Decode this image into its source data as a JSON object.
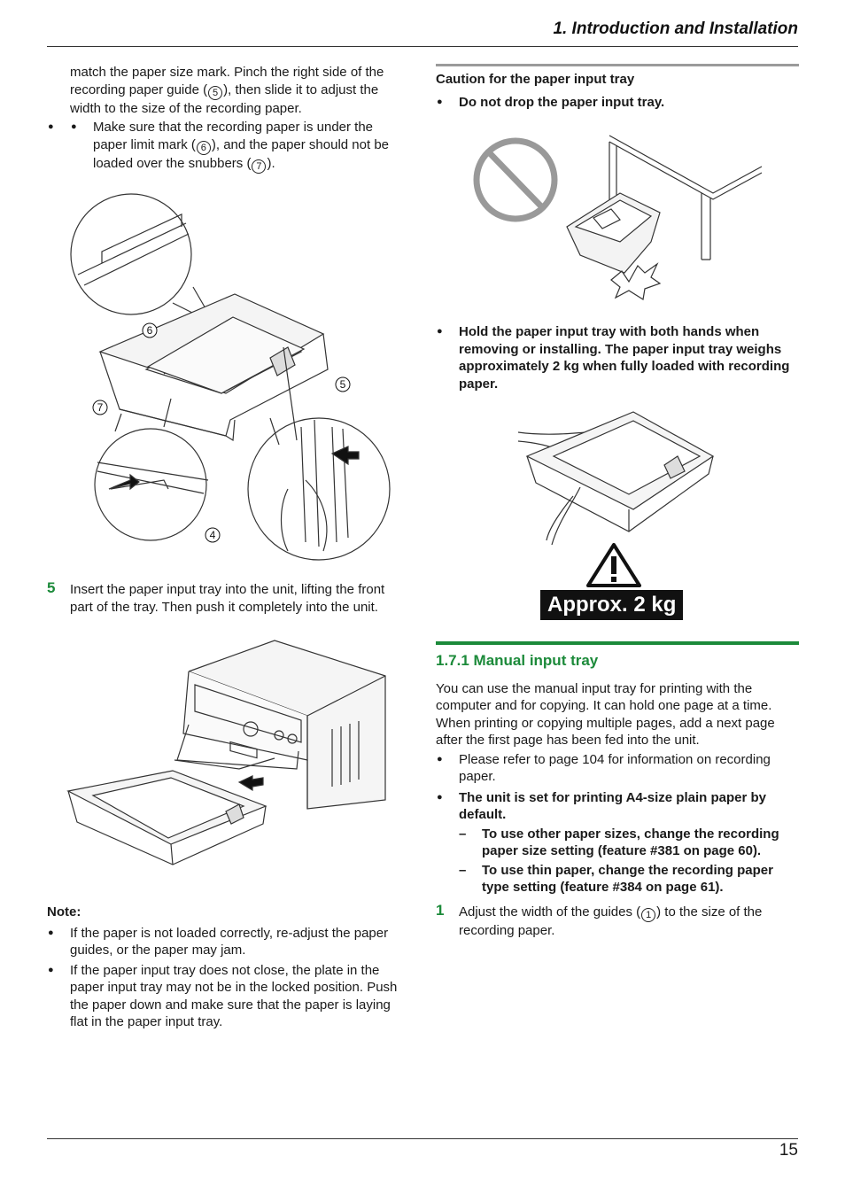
{
  "header": {
    "title": "1. Introduction and Installation"
  },
  "page_number": "15",
  "left": {
    "intro_text_a": "match the paper size mark. Pinch the right side of the recording paper guide (",
    "intro_circle_a": "5",
    "intro_text_b": "), then slide it to adjust the width to the size of the recording paper.",
    "bullet1_text_a": "Make sure that the recording paper is under the paper limit mark (",
    "bullet1_circle_a": "6",
    "bullet1_text_b": "), and the paper should not be loaded over the snubbers (",
    "bullet1_circle_b": "7",
    "bullet1_text_c": ").",
    "callouts": {
      "c6": "6",
      "c5": "5",
      "c7": "7",
      "c4": "4"
    },
    "step5_num": "5",
    "step5_text": "Insert the paper input tray into the unit, lifting the front part of the tray. Then push it completely into the unit.",
    "note_title": "Note:",
    "note_bullets": [
      "If the paper is not loaded correctly, re-adjust the paper guides, or the paper may jam.",
      "If the paper input tray does not close, the plate in the paper input tray may not be in the locked position. Push the paper down and make sure that the paper is laying flat in the paper input tray."
    ]
  },
  "right": {
    "caution_title": "Caution for the paper input tray",
    "caution_bullet1": "Do not drop the paper input tray.",
    "caution_bullet2": "Hold the paper input tray with both hands when removing or installing. The paper input tray weighs approximately 2 kg when fully loaded with recording paper.",
    "weight_label": "Approx. 2 kg",
    "section_title": "1.7.1 Manual input tray",
    "section_intro": "You can use the manual input tray for printing with the computer and for copying. It can hold one page at a time. When printing or copying multiple pages, add a next page after the first page has been fed into the unit.",
    "bullet_refer": "Please refer to page 104 for information on recording paper.",
    "bullet_default": "The unit is set for printing A4-size plain paper by default.",
    "dash1": "To use other paper sizes, change the recording paper size setting (feature #381 on page 60).",
    "dash2": "To use thin paper, change the recording paper type setting (feature #384 on page 61).",
    "step1_num": "1",
    "step1_text_a": "Adjust the width of the guides (",
    "step1_circle": "1",
    "step1_text_b": ") to the size of the recording paper."
  }
}
